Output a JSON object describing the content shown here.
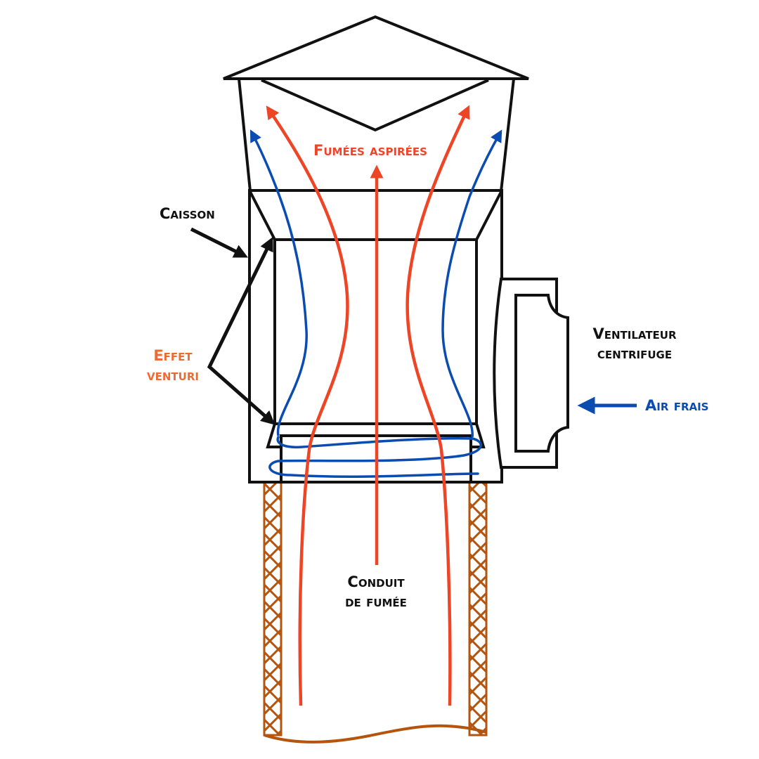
{
  "labels": {
    "fumees_aspirees": "Fumées aspirées",
    "caisson": "Caisson",
    "effet_venturi_line1": "Effet",
    "effet_venturi_line2": "venturi",
    "ventilateur_line1": "Ventilateur",
    "ventilateur_line2": "centrifuge",
    "air_frais": "Air frais",
    "conduit_line1": "Conduit",
    "conduit_line2": "de fumée"
  },
  "colors": {
    "smoke": "#ee4527",
    "air": "#0a4cb0",
    "outline": "#111111",
    "duct": "#b4550f",
    "venturi_text": "#ec6b30"
  }
}
